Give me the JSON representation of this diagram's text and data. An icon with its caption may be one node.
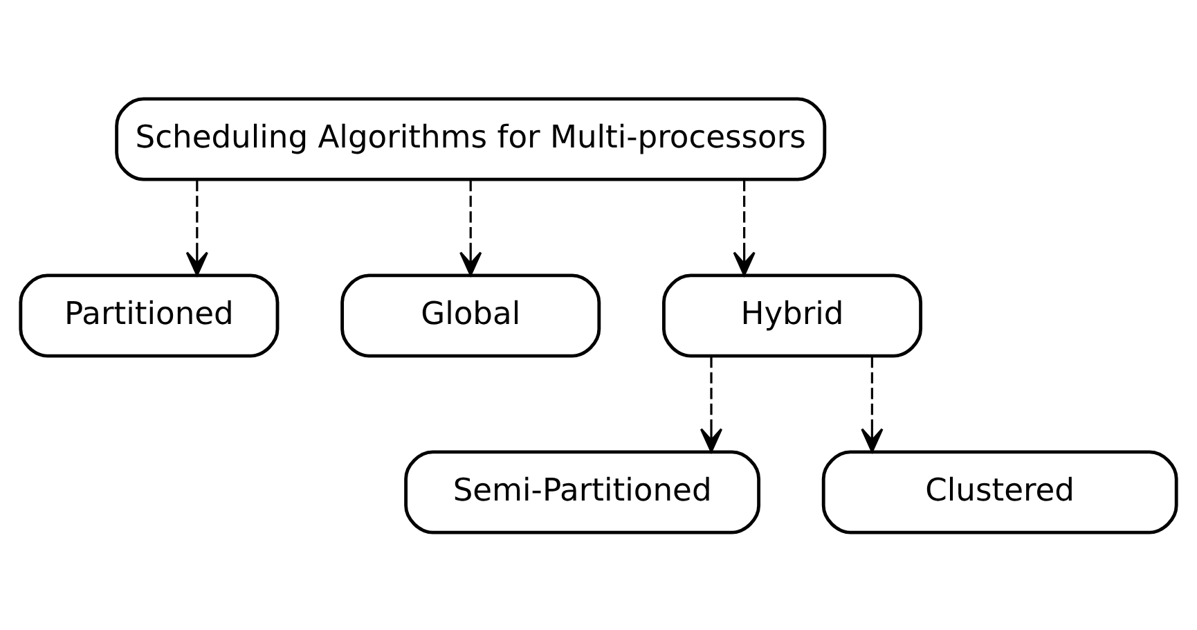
{
  "diagram": {
    "nodes": [
      {
        "text": [
          "Scheduling Algorithms for Multi-processors"
        ]
      },
      {
        "text": [
          "Partitioned"
        ]
      },
      {
        "text": [
          "Global"
        ]
      },
      {
        "text": [
          "Hybrid"
        ]
      },
      {
        "text": [
          "Semi-Partitioned"
        ]
      },
      {
        "text": [
          "Clustered"
        ]
      }
    ],
    "edges": [
      {
        "from": 0,
        "to": 1,
        "arrow": "to",
        "style": "dashed"
      },
      {
        "from": 0,
        "to": 2,
        "arrow": "to",
        "style": "dashed"
      },
      {
        "from": 0,
        "to": 3,
        "arrow": "to",
        "style": "dashed"
      },
      {
        "from": 3,
        "to": 4,
        "arrow": "to",
        "style": "dashed"
      },
      {
        "from": 3,
        "to": 5,
        "arrow": "to",
        "style": "dashed"
      }
    ]
  }
}
